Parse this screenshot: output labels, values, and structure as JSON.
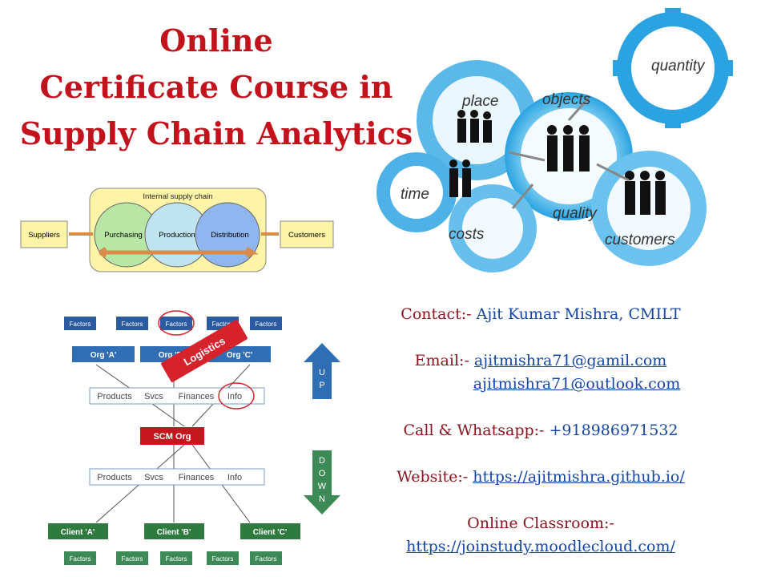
{
  "title": {
    "line1": "Online",
    "line2": "Certificate Course in",
    "line3": "Supply Chain Analytics"
  },
  "gears": {
    "quantity": "quantity",
    "objects": "objects",
    "place": "place",
    "time": "time",
    "costs": "costs",
    "quality": "quality",
    "customers": "customers"
  },
  "internal_supply_chain": {
    "heading": "Internal supply chain",
    "suppliers": "Suppliers",
    "purchasing": "Purchasing",
    "production": "Production",
    "distribution": "Distribution",
    "customers": "Customers"
  },
  "scm_diagram": {
    "top_factors": [
      "Factors",
      "Factors",
      "Factors",
      "Factors",
      "Factors"
    ],
    "orgs": [
      "Org 'A'",
      "Org 'B'",
      "Org 'C'"
    ],
    "logistics": "Logistics",
    "top_bar": [
      "Products",
      "Svcs",
      "Finances",
      "Info"
    ],
    "center": "SCM Org",
    "bottom_bar": [
      "Products",
      "Svcs",
      "Finances",
      "Info"
    ],
    "clients": [
      "Client 'A'",
      "Client 'B'",
      "Client 'C'"
    ],
    "bottom_factors": [
      "Factors",
      "Factors",
      "Factors",
      "Factors",
      "Factors"
    ],
    "up_letters": [
      "U",
      "P"
    ],
    "down_letters": [
      "D",
      "O",
      "W",
      "N"
    ]
  },
  "contact": {
    "contact_label": "Contact:-",
    "contact_name": "Ajit Kumar Mishra, CMILT",
    "email_label": "Email:-",
    "email1": "ajitmishra71@gamil.com",
    "email2": "ajitmishra71@outlook.com",
    "call_label": "Call & Whatsapp:-",
    "phone": "+918986971532",
    "website_label": "Website:-",
    "website": "https://ajitmishra.github.io/",
    "classroom_label": "Online Classroom:-",
    "classroom_url": "https://joinstudy.moodlecloud.com/"
  },
  "colors": {
    "title_red": "#c2121c",
    "label_maroon": "#8b1420",
    "link_blue": "#1446a8",
    "gear_blue": "#2aa3e0",
    "org_blue": "#2f6db5",
    "client_green": "#2f7a3e",
    "scm_red": "#c4161c"
  }
}
